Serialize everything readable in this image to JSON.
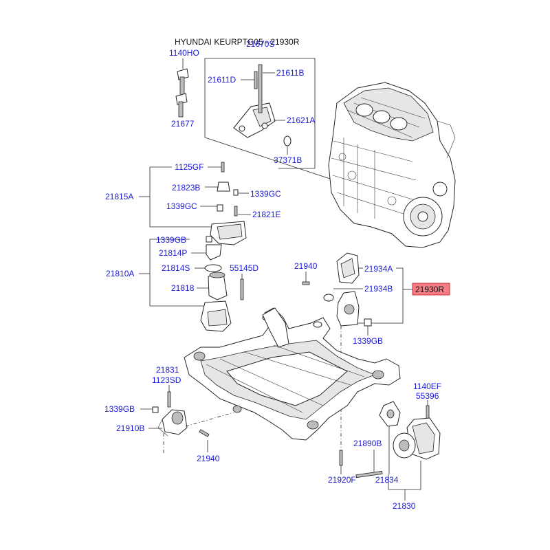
{
  "header": {
    "title": "HYUNDAI KEURPTG05 - 21930R"
  },
  "labels": {
    "p21670s": "21670S",
    "p1140ho": "1140HO",
    "p21611d": "21611D",
    "p21611b": "21611B",
    "p21677": "21677",
    "p21621a": "21621A",
    "p37371b": "37371B",
    "p1125gf": "1125GF",
    "p21823b": "21823B",
    "p21815a": "21815A",
    "p1339gc_a": "1339GC",
    "p1339gc_b": "1339GC",
    "p21821e": "21821E",
    "p1339gb_a": "1339GB",
    "p21814p": "21814P",
    "p21810a": "21810A",
    "p21814s": "21814S",
    "p55145d": "55145D",
    "p21818": "21818",
    "p21940_a": "21940",
    "p21934a": "21934A",
    "p21934b": "21934B",
    "p21930r": "21930R",
    "p1339gb_b": "1339GB",
    "p21831": "21831",
    "p1123sd": "1123SD",
    "p1339gb_c": "1339GB",
    "p21910b": "21910B",
    "p21940_b": "21940",
    "p1140ef": "1140EF",
    "p55396": "55396",
    "p21890b": "21890B",
    "p21834": "21834",
    "p21920f": "21920F",
    "p21830": "21830"
  },
  "highlight": {
    "part": "21930R",
    "fill": "#f57e86",
    "border": "#c61f2a"
  },
  "colors": {
    "label": "#1a1ad6",
    "line": "#222222"
  }
}
